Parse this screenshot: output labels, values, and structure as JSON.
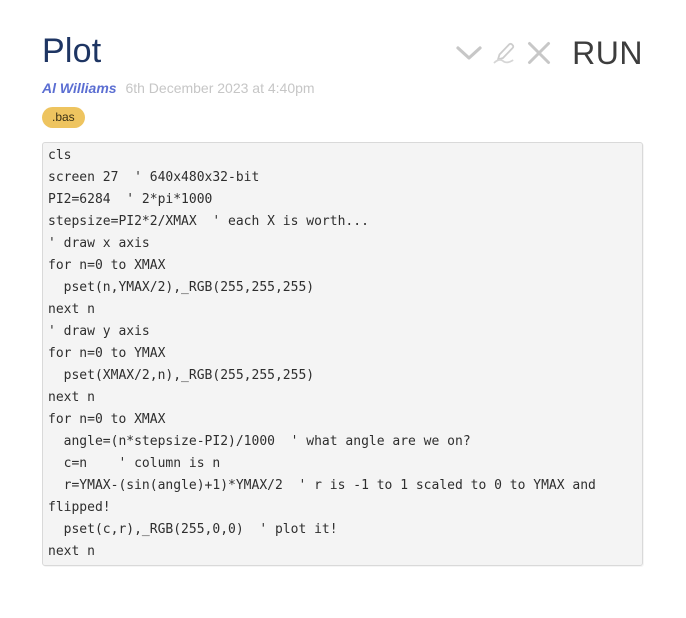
{
  "header": {
    "title": "Plot",
    "run_label": "RUN",
    "icons": [
      "chevron-down-icon",
      "pencil-edit-icon",
      "close-x-icon"
    ]
  },
  "byline": {
    "author": "Al Williams",
    "date": "6th December 2023 at 4:40pm"
  },
  "tag": {
    "label": ".bas"
  },
  "code": {
    "language": "bas",
    "content": "cls\nscreen 27  ' 640x480x32-bit\nPI2=6284  ' 2*pi*1000\nstepsize=PI2*2/XMAX  ' each X is worth...\n' draw x axis\nfor n=0 to XMAX\n  pset(n,YMAX/2),_RGB(255,255,255)\nnext n\n' draw y axis\nfor n=0 to YMAX\n  pset(XMAX/2,n),_RGB(255,255,255)\nnext n\nfor n=0 to XMAX\n  angle=(n*stepsize-PI2)/1000  ' what angle are we on?\n  c=n    ' column is n\n  r=YMAX-(sin(angle)+1)*YMAX/2  ' r is -1 to 1 scaled to 0 to YMAX and flipped!\n  pset(c,r),_RGB(255,0,0)  ' plot it!\nnext n"
  },
  "colors": {
    "title": "#1e3563",
    "author_link": "#5b6ed2",
    "date_text": "#c6c6c6",
    "tag_bg": "#eec45f",
    "icon_gray": "#c7c7c7",
    "run_text": "#3d3d3d",
    "code_bg": "#f4f4f4",
    "code_border": "#d9d9d9",
    "code_text": "#2e2e2e"
  }
}
